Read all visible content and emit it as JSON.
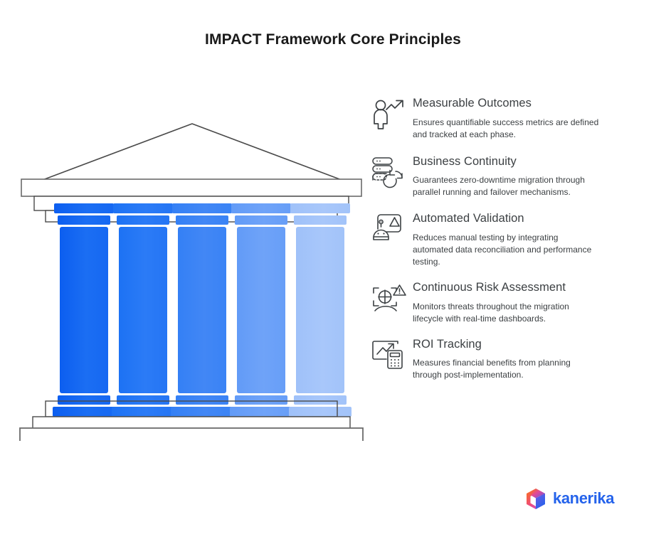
{
  "title": "IMPACT Framework Core Principles",
  "illustration": {
    "name": "greek-temple-pillars",
    "pillar_count": 5,
    "pillar_colors": [
      "#1b6ef3",
      "#2b7bf6",
      "#4287f5",
      "#6fa3f8",
      "#a8c7fa"
    ],
    "outline_color": "#5f6368",
    "structure": [
      "pediment-triangle",
      "entablature-bands",
      "five-pillars",
      "stepped-base"
    ]
  },
  "principles": [
    {
      "icon": "person-growth-arrow-icon",
      "heading": "Measurable Outcomes",
      "description": "Ensures quantifiable success metrics are defined and tracked at each phase."
    },
    {
      "icon": "server-sync-icon",
      "heading": "Business Continuity",
      "description": "Guarantees zero-downtime migration through parallel running and failover mechanisms."
    },
    {
      "icon": "robot-validation-icon",
      "heading": "Automated Validation",
      "description": "Reduces manual testing by integrating automated data reconciliation and performance testing."
    },
    {
      "icon": "risk-scan-alert-icon",
      "heading": "Continuous Risk Assessment",
      "description": "Monitors threats throughout the migration lifecycle with real-time dashboards."
    },
    {
      "icon": "chart-calculator-icon",
      "heading": "ROI Tracking",
      "description": "Measures financial benefits from planning through post-implementation."
    }
  ],
  "logo": {
    "name": "kanerika-logo",
    "text": "kanerika",
    "text_color": "#2563eb",
    "accent_color": "#f97316",
    "mark": "gradient-cube-icon"
  }
}
